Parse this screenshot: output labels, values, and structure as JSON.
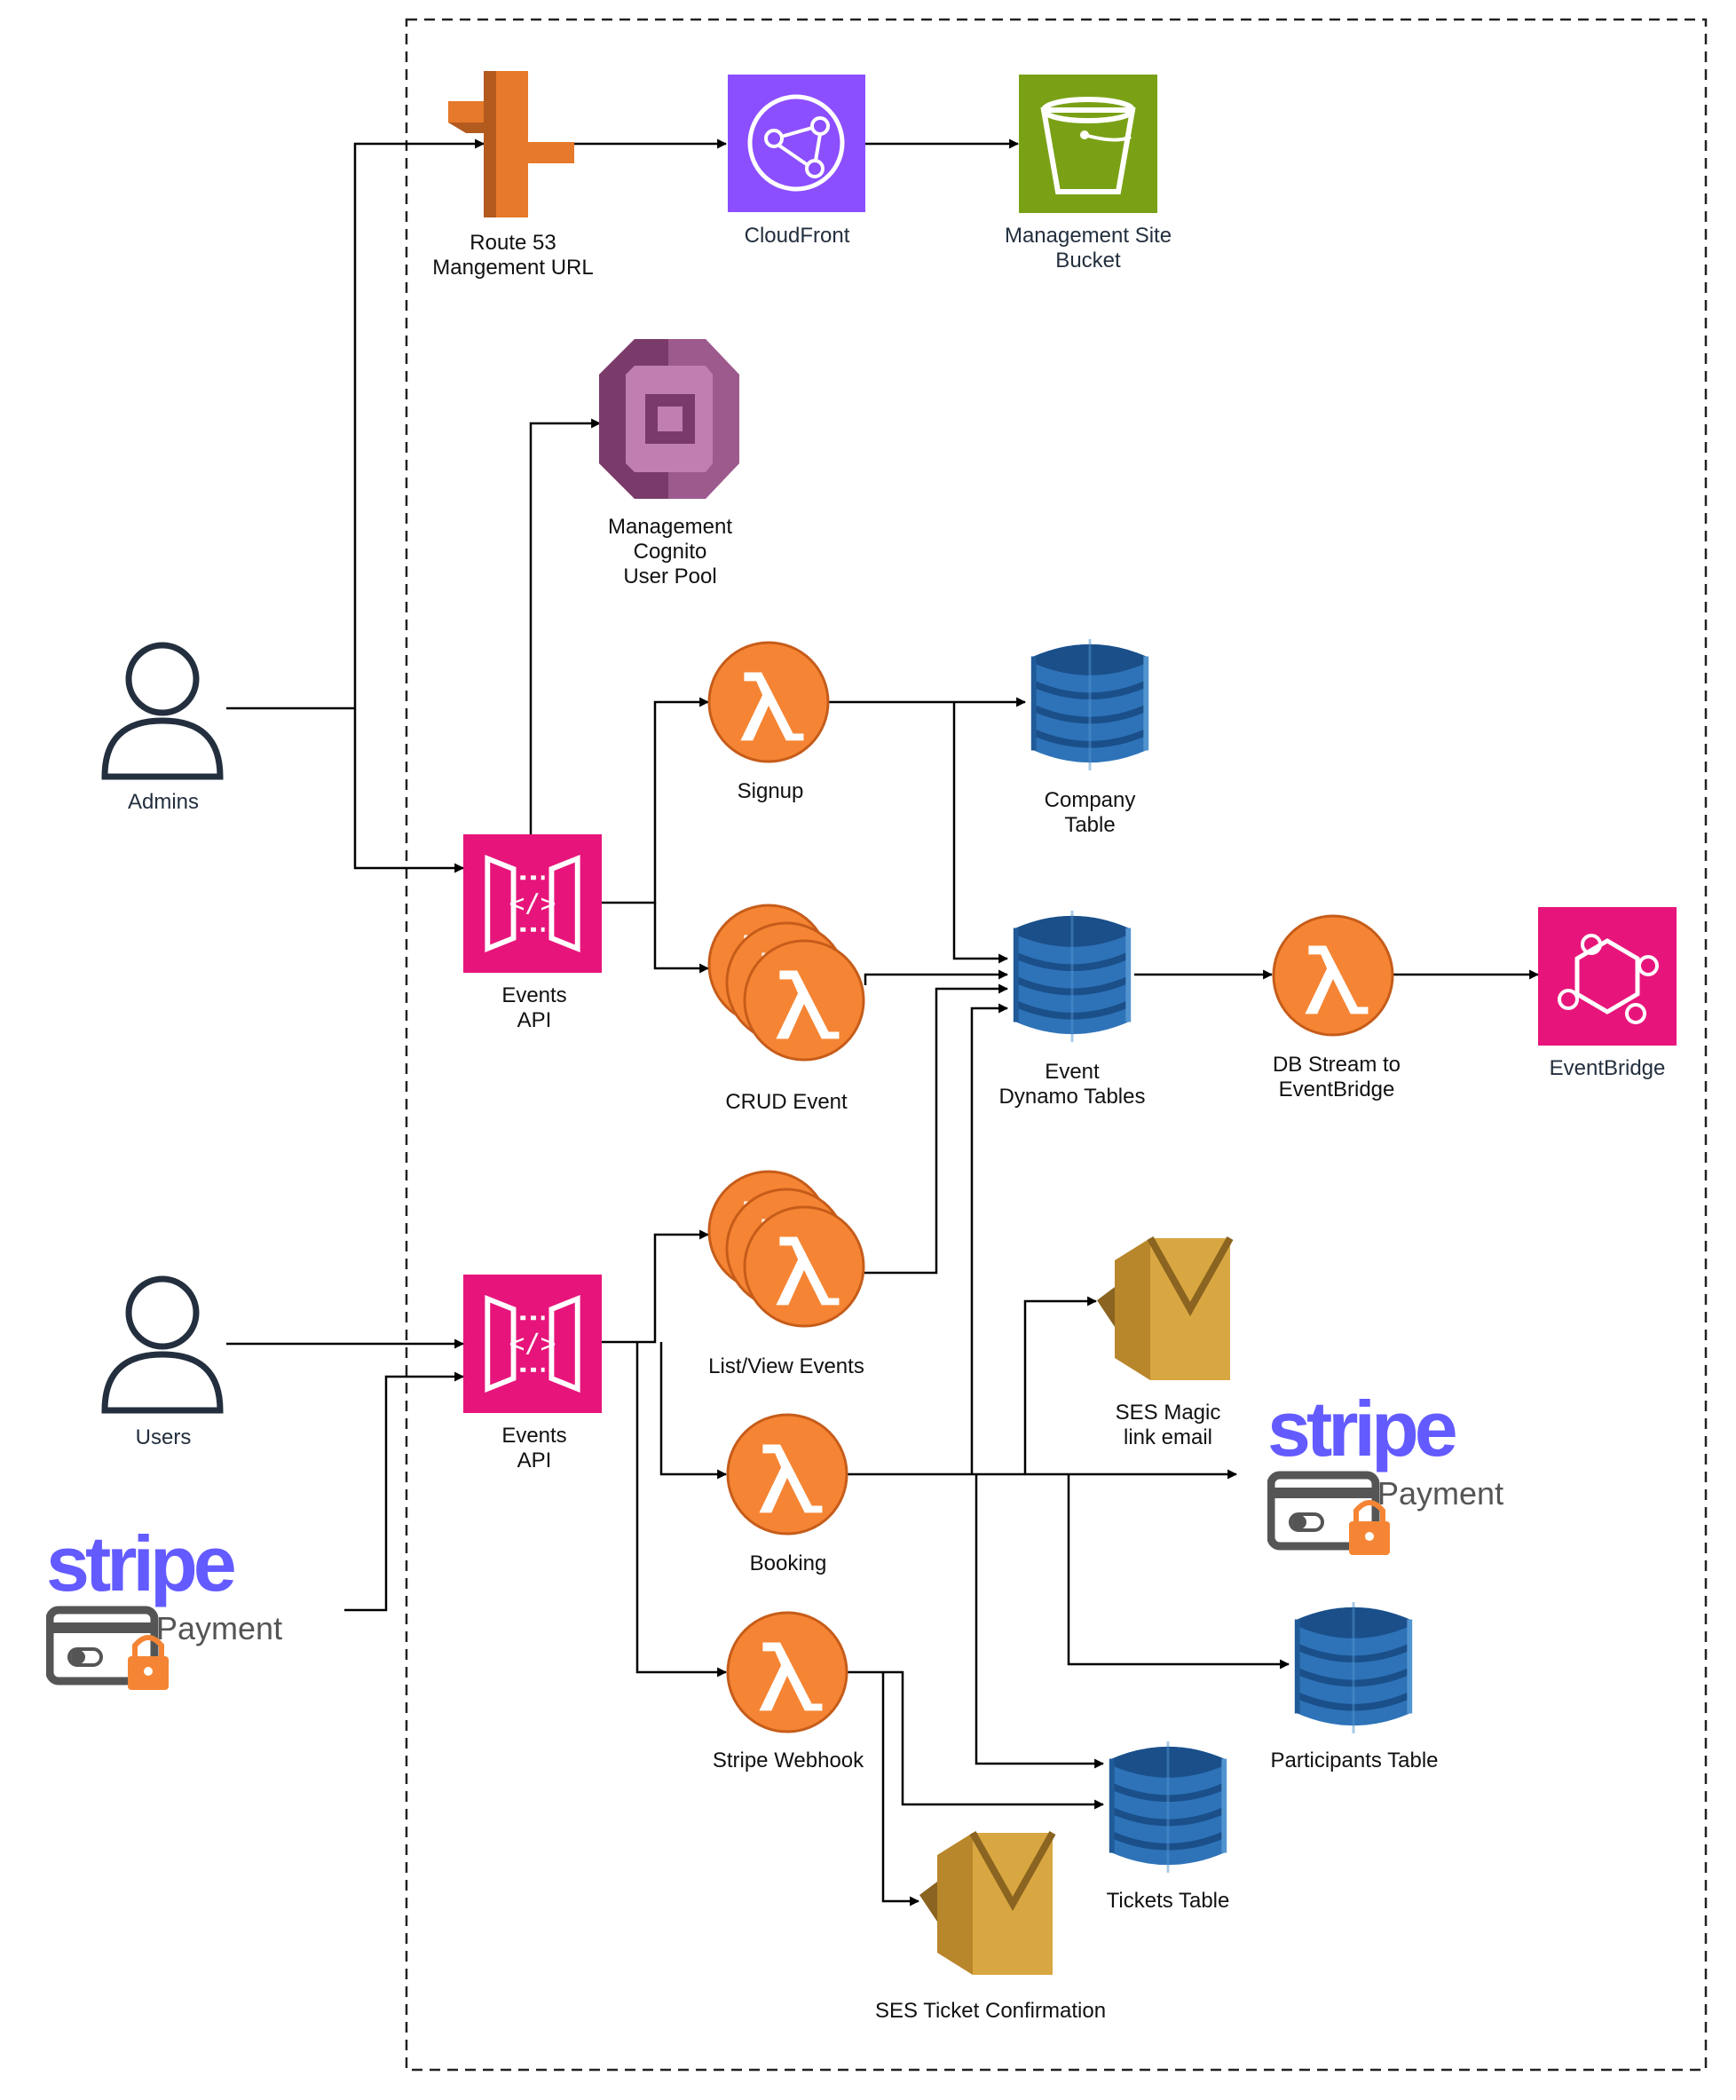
{
  "colors": {
    "orange_route53": "#e6792b",
    "purple_cloudfront": "#8c4fff",
    "green_s3": "#7aa116",
    "cognito_purple": "#9d5a8d",
    "pink_apigw": "#e7157b",
    "lambda_orange": "#f58534",
    "dynamo_blue": "#2e73b8",
    "ses_gold": "#d9a741",
    "eventbridge_pink": "#e7157b",
    "stripe_purple": "#635bff",
    "user_dark": "#232f3e"
  },
  "nodes": {
    "route53": {
      "label": "Route 53\nMangement URL",
      "icon": "route53-icon"
    },
    "cloudfront": {
      "label": "CloudFront",
      "icon": "cloudfront-icon"
    },
    "s3": {
      "label": "Management Site\nBucket",
      "icon": "s3-bucket-icon"
    },
    "cognito": {
      "label": "Management\nCognito\nUser Pool",
      "icon": "cognito-icon"
    },
    "admins": {
      "label": "Admins",
      "icon": "user-icon"
    },
    "users": {
      "label": "Users",
      "icon": "user-icon"
    },
    "events_api_admin": {
      "label": "Events\nAPI",
      "icon": "api-gateway-icon"
    },
    "events_api_users": {
      "label": "Events\nAPI",
      "icon": "api-gateway-icon"
    },
    "signup": {
      "label": "Signup",
      "icon": "lambda-icon"
    },
    "crud_event": {
      "label": "CRUD Event",
      "icon": "lambda-stack-icon"
    },
    "list_view_events": {
      "label": "List/View Events",
      "icon": "lambda-stack-icon"
    },
    "booking": {
      "label": "Booking",
      "icon": "lambda-icon"
    },
    "stripe_webhook": {
      "label": "Stripe Webhook",
      "icon": "lambda-icon"
    },
    "company_table": {
      "label": "Company\nTable",
      "icon": "dynamodb-icon"
    },
    "event_tables": {
      "label": "Event\nDynamo Tables",
      "icon": "dynamodb-icon"
    },
    "db_stream": {
      "label": "DB Stream to\nEventBridge",
      "icon": "lambda-icon"
    },
    "eventbridge": {
      "label": "EventBridge",
      "icon": "eventbridge-icon"
    },
    "ses_magic": {
      "label": "SES Magic\nlink email",
      "icon": "ses-icon"
    },
    "participants_table": {
      "label": "Participants Table",
      "icon": "dynamodb-icon"
    },
    "tickets_table": {
      "label": "Tickets Table",
      "icon": "dynamodb-icon"
    },
    "ses_ticket": {
      "label": "SES Ticket Confirmation",
      "icon": "ses-icon"
    },
    "stripe_left": {
      "wordmark": "stripe",
      "caption": "Payment",
      "icon": "stripe-payment-icon"
    },
    "stripe_right": {
      "wordmark": "stripe",
      "caption": "Payment",
      "icon": "stripe-payment-icon"
    }
  }
}
